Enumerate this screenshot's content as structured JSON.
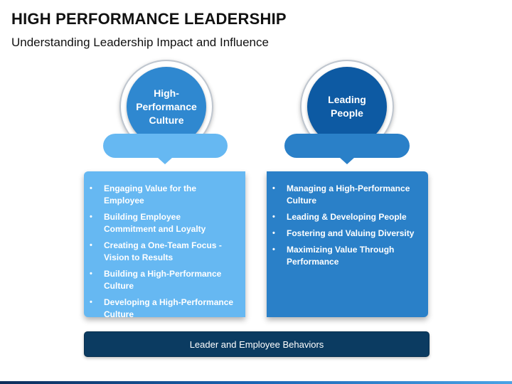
{
  "header": {
    "title": "HIGH PERFORMANCE LEADERSHIP",
    "subtitle": "Understanding Leadership Impact and Influence"
  },
  "columns": [
    {
      "circle_label": "High-\nPerformance\nCulture",
      "color_circle": "#2f88d0",
      "color_tab": "#66b8f2",
      "items": [
        "Engaging Value for the Employee",
        "Building Employee Commitment and Loyalty",
        "Creating a One-Team Focus - Vision to Results",
        "Building a High-Performance Culture",
        "Developing a High-Performance Culture"
      ]
    },
    {
      "circle_label": "Leading\nPeople",
      "color_circle": "#0d5aa3",
      "color_tab": "#2a80c8",
      "items": [
        "Managing a High-Performance Culture",
        "Leading & Developing People",
        "Fostering and Valuing Diversity",
        "Maximizing Value Through Performance"
      ]
    }
  ],
  "footer": {
    "label": "Leader and Employee Behaviors",
    "color": "#0b3b61"
  }
}
